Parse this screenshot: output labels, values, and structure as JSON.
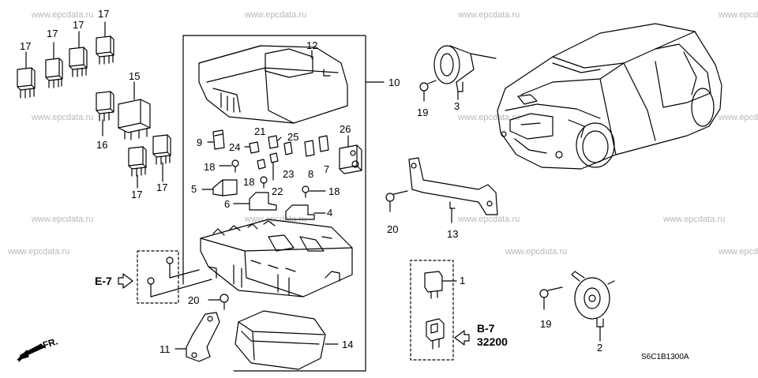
{
  "watermarks": [
    "www.epcdata.ru"
  ],
  "callouts": {
    "p1": "1",
    "p2": "2",
    "p3": "3",
    "p4": "4",
    "p5": "5",
    "p6": "6",
    "p7": "7",
    "p8": "8",
    "p9": "9",
    "p10": "10",
    "p11": "11",
    "p12": "12",
    "p13": "13",
    "p14": "14",
    "p15": "15",
    "p16": "16",
    "p17": "17",
    "p18": "18",
    "p19": "19",
    "p20": "20",
    "p21": "21",
    "p22": "22",
    "p23": "23",
    "p24": "24",
    "p25": "25",
    "p26": "26"
  },
  "refs": {
    "e7": "E-7",
    "b7": "B-7",
    "b7_num": "32200",
    "fr": "FR."
  },
  "diagram_code": "S6C1B1300A"
}
